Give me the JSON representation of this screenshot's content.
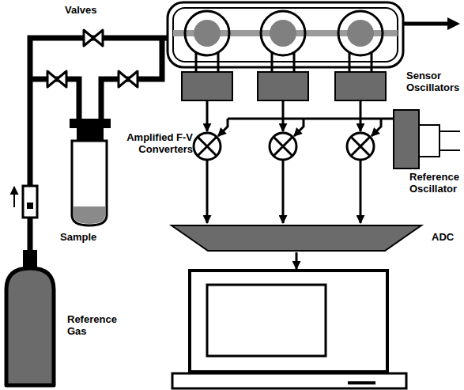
{
  "diagram": {
    "nodes": [
      {
        "text": [
          "Sample"
        ]
      },
      {
        "text": [
          "Reference Oscillator"
        ]
      },
      {
        "text": [
          "ADC"
        ]
      },
      {
        "text": [
          "Reference Gas"
        ]
      }
    ],
    "labels": [
      "Valves",
      "Sensor Oscillators",
      "Amplified F-V Converters"
    ]
  }
}
